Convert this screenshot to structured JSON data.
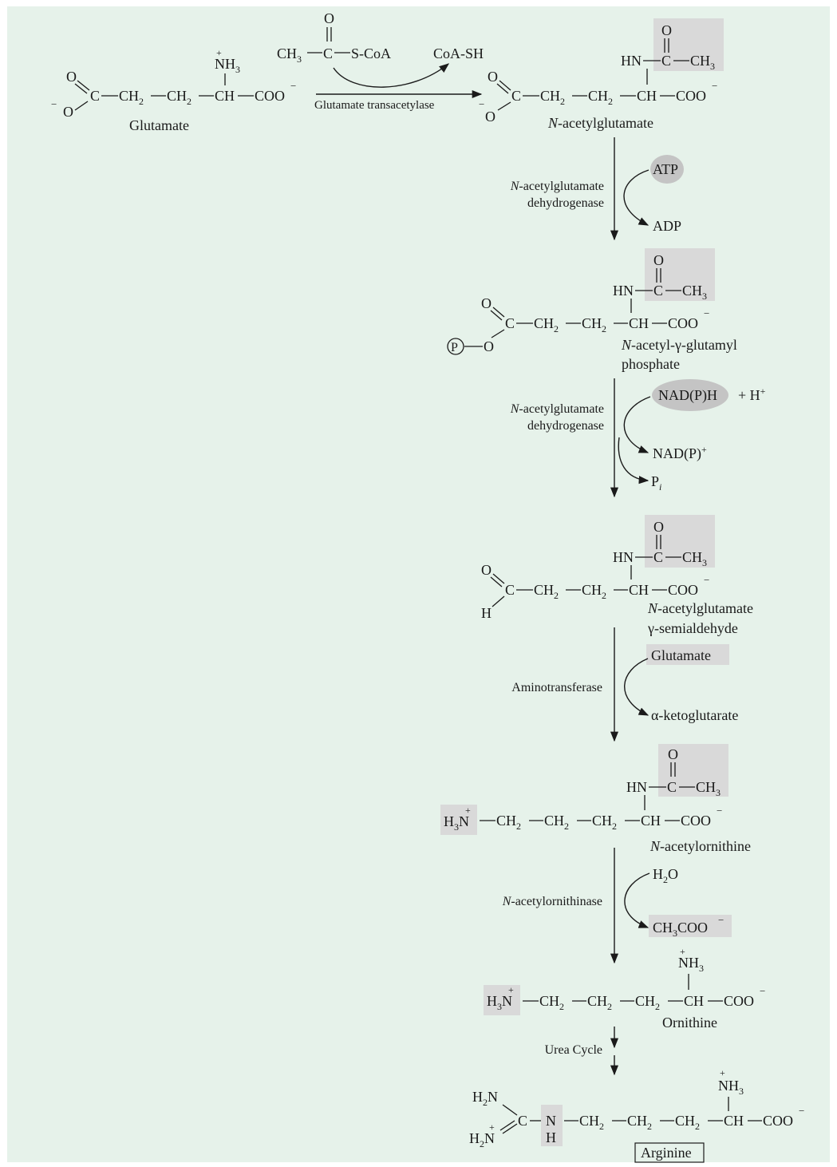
{
  "colors": {
    "panel_bg": "#e6f2ea",
    "highlight": "#d9d9d9",
    "oval": "#c4c4c4",
    "ink": "#1a1a1a"
  },
  "glutamate": {
    "o_top": "O",
    "c": "C",
    "o_minus": "O",
    "nh3_n": "NH",
    "nh3_sub": "3",
    "ch2": "CH",
    "ch2_sub": "2",
    "ch": "CH",
    "coo": "COO",
    "name": "Glutamate"
  },
  "acetylcoa": {
    "ch3": "CH",
    "ch3_sub": "3",
    "c": "C",
    "o": "O",
    "scoa": "S-CoA"
  },
  "coash": "CoA-SH",
  "enzymes": {
    "transacetylase": "Glutamate transacetylase",
    "e1_line1": "-acetylglutamate",
    "e1_italic": "N",
    "e1_line2": "dehydrogenase",
    "e2_line1": "-acetylglutamate",
    "e2_italic": "N",
    "e2_line2": "dehydrogenase",
    "aminotransferase": "Aminotransferase",
    "acetylornithinase_italic": "N",
    "acetylornithinase": "-acetylornithinase",
    "urea_cycle": "Urea Cycle"
  },
  "cofactors": {
    "atp": "ATP",
    "adp": "ADP",
    "nadph": "NAD(P)H",
    "h_plus": "+ H",
    "nadp": "NAD(P)",
    "pi": "P",
    "pi_sub": "i",
    "glutamate": "Glutamate",
    "akg": "α-ketoglutarate",
    "h2o_h": "H",
    "h2o_sub": "2",
    "h2o_o": "O",
    "acetate_ch": "CH",
    "acetate_sub": "3",
    "acetate_coo": "COO"
  },
  "compounds": {
    "nag": {
      "italic": "N",
      "name": "-acetylglutamate"
    },
    "nagp": {
      "italic": "N",
      "name1": "-acetyl-γ-glutamyl",
      "name2": "phosphate",
      "p": "P"
    },
    "nags": {
      "italic": "N",
      "name1": "-acetylglutamate",
      "name2": "γ-semialdehyde",
      "h": "H"
    },
    "nao": {
      "italic": "N",
      "name": "-acetylornithine"
    },
    "ornithine": {
      "name": "Ornithine"
    },
    "arginine": {
      "name": "Arginine"
    }
  },
  "atoms": {
    "hn": "HN",
    "n": "N",
    "h": "H",
    "c": "C",
    "o": "O",
    "ch": "CH",
    "ch2": "CH",
    "sub2": "2",
    "sub3": "3",
    "ch3": "CH",
    "coo": "COO",
    "h3": "H",
    "h2": "H",
    "nh": "NH",
    "minus": "−",
    "plus": "+"
  }
}
